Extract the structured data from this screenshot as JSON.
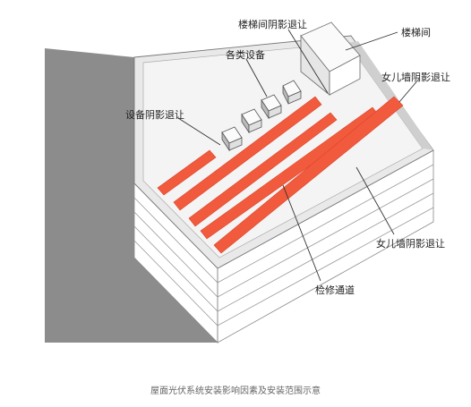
{
  "labels": {
    "stair_setback": "楼梯间阴影退让",
    "stairwell": "楼梯间",
    "equipment": "各类设备",
    "parapet_setback_top": "女儿墙阴影退让",
    "equipment_setback": "设备阴影退让",
    "parapet_setback_side": "女儿墙阴影退让",
    "aisle": "检修通道"
  },
  "caption": "屋面光伏系统安装影响因素及安装范围示意",
  "colors": {
    "pv_panel": "#f15a3c",
    "shadow": "#8c8c8c",
    "roof": "#f4f4f4",
    "parapet_inner": "#cfcfcf",
    "facade": "#ffffff"
  },
  "pv_rows": 5,
  "equipment_units": 4
}
